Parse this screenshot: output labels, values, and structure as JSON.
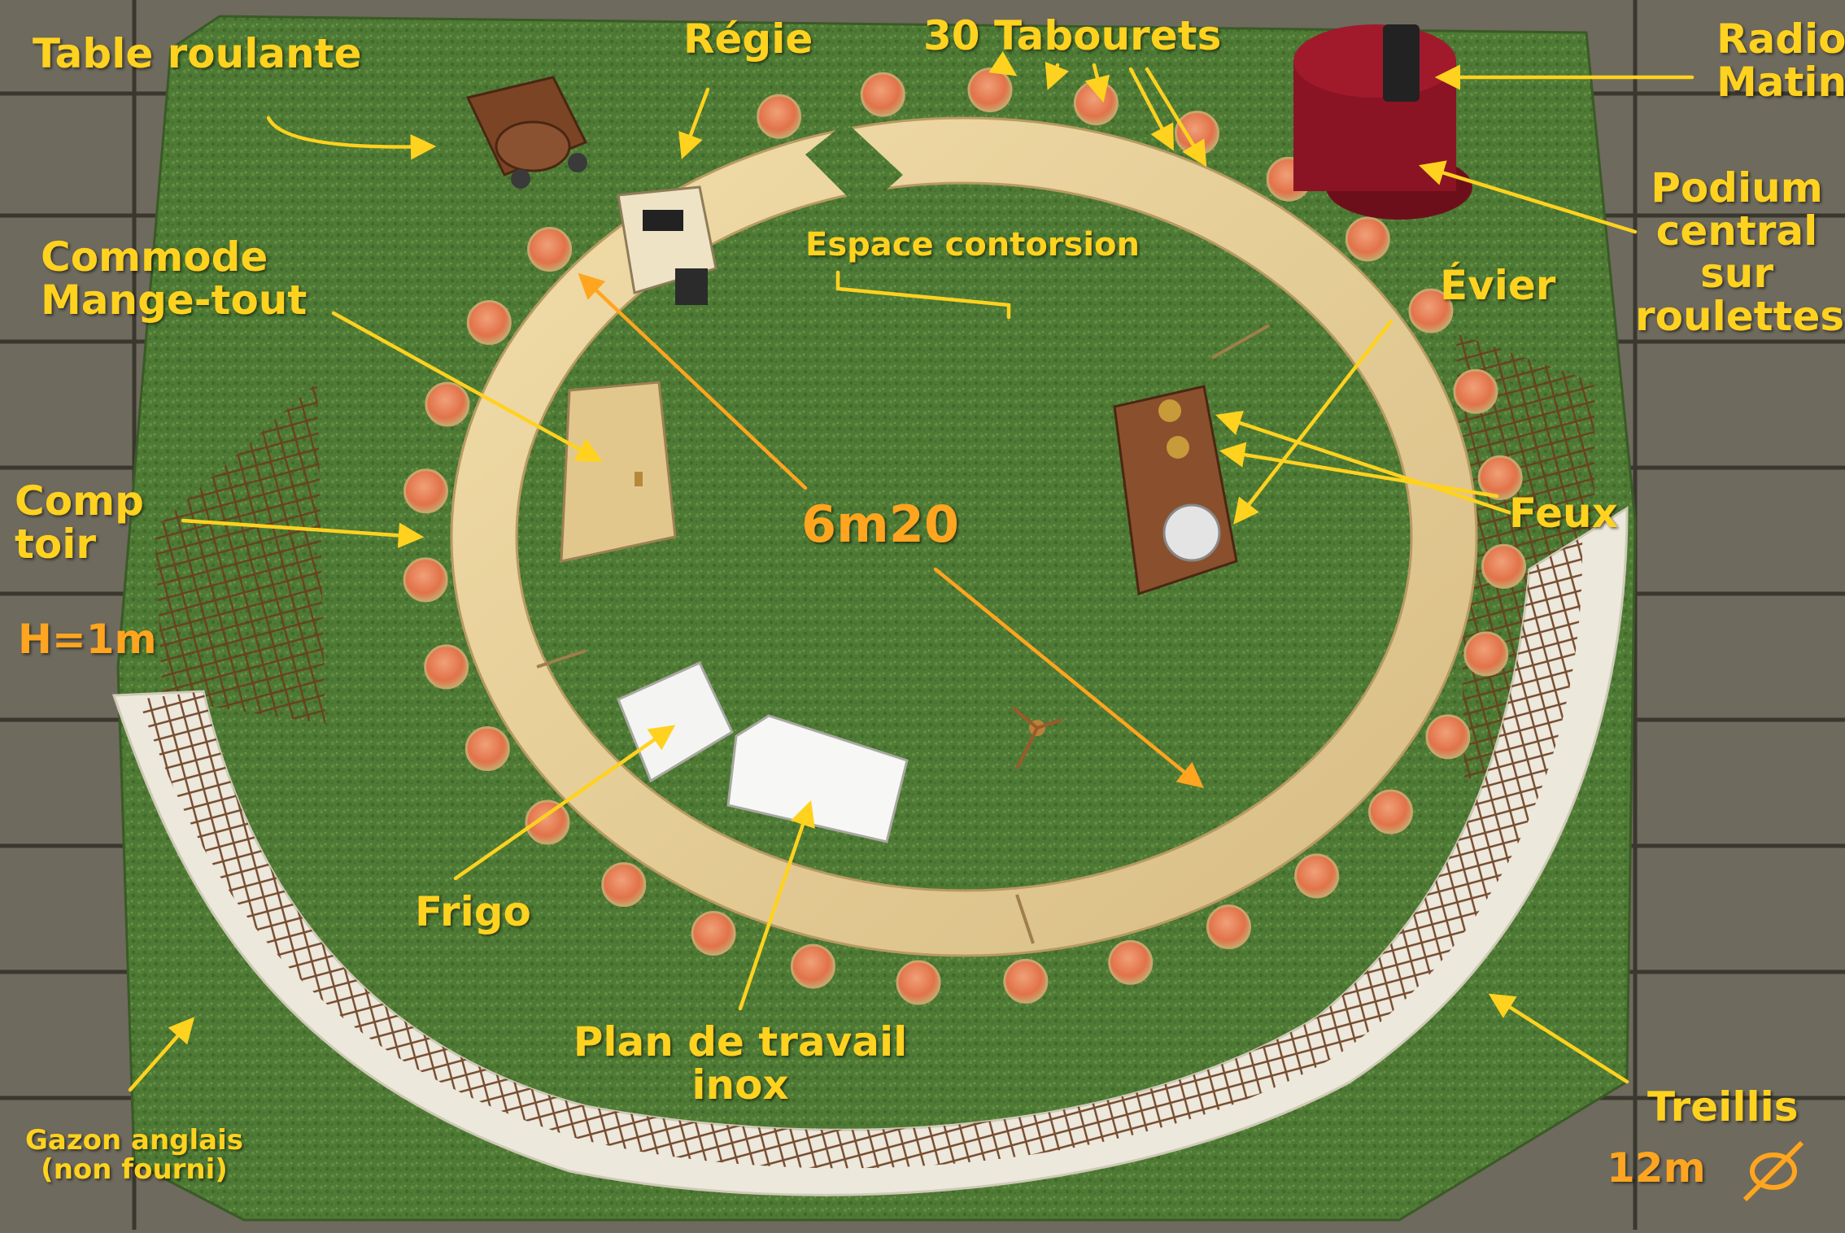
{
  "labels": {
    "table_roulante": "Table roulante",
    "regie": "Régie",
    "tabourets": "30 Tabourets",
    "radio_line1": "Radio",
    "radio_line2": "Matin",
    "podium_line1": "Podium",
    "podium_line2": "central",
    "podium_line3": "sur",
    "podium_line4": "roulettes",
    "commode_line1": "Commode",
    "commode_line2": "Mange-tout",
    "espace_contorsion": "Espace contorsion",
    "evier": "Évier",
    "comptoir_line1": "Comp",
    "comptoir_line2": "toir",
    "hauteur": "H=1m",
    "diametre_interieur": "6m20",
    "feux": "Feux",
    "frigo": "Frigo",
    "plan_line1": "Plan de travail",
    "plan_line2": "inox",
    "gazon_line1": "Gazon anglais",
    "gazon_line2": "(non fourni)",
    "treillis_line1": "Treillis",
    "treillis_line2": "12m",
    "diameter_symbol": "Ø"
  },
  "colors": {
    "label_yellow": "#ffd21f",
    "label_orange": "#ffa51f",
    "turf_green": "#4f7a35",
    "plank_grey": "#6e6a5e",
    "wood_light": "#e6cf9a",
    "stool_top": "#e47a4f",
    "podium_red": "#8a1424",
    "fabric_white": "#ece8dc",
    "lattice_brown": "#6a3a1c"
  }
}
